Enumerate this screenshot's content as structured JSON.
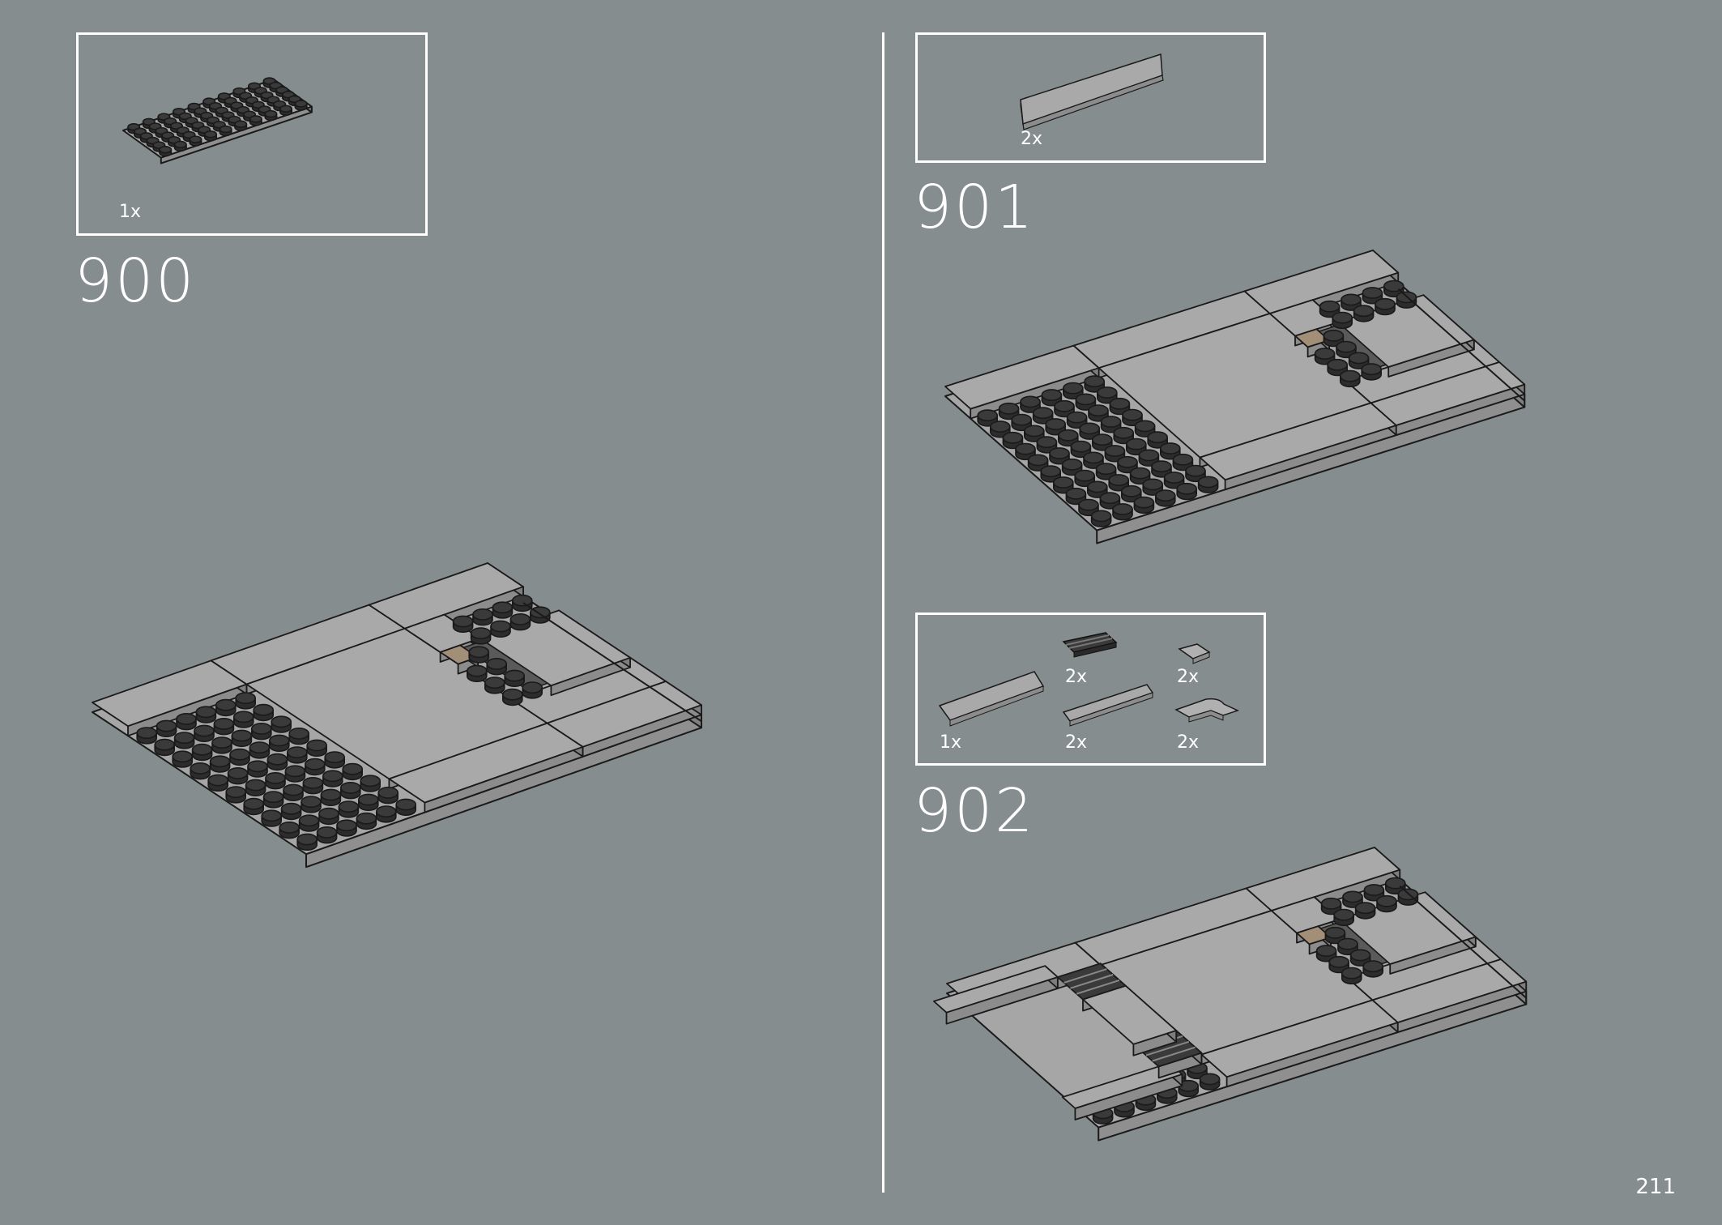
{
  "page_number": "211",
  "steps": [
    {
      "number": "900",
      "parts": [
        {
          "qty": "1x",
          "part": "dark-gray-plate-6x10"
        }
      ]
    },
    {
      "number": "901",
      "parts": [
        {
          "qty": "2x",
          "part": "gray-tile-2x6"
        }
      ]
    },
    {
      "number": "902",
      "parts": [
        {
          "qty": "1x",
          "part": "gray-tile-2x6"
        },
        {
          "qty": "2x",
          "part": "dark-gray-grille-tile"
        },
        {
          "qty": "2x",
          "part": "gray-tile-1x6"
        },
        {
          "qty": "2x",
          "part": "gray-tile-1x1-round-corner"
        },
        {
          "qty": "2x",
          "part": "gray-tile-corner-curved"
        }
      ]
    }
  ],
  "colors": {
    "background": "#868d8f",
    "stroke": "#1a1a1a",
    "stud_dark": "#2c2c2c",
    "tile_gray": "#a9a9a9",
    "tan_tile": "#a38f78"
  }
}
